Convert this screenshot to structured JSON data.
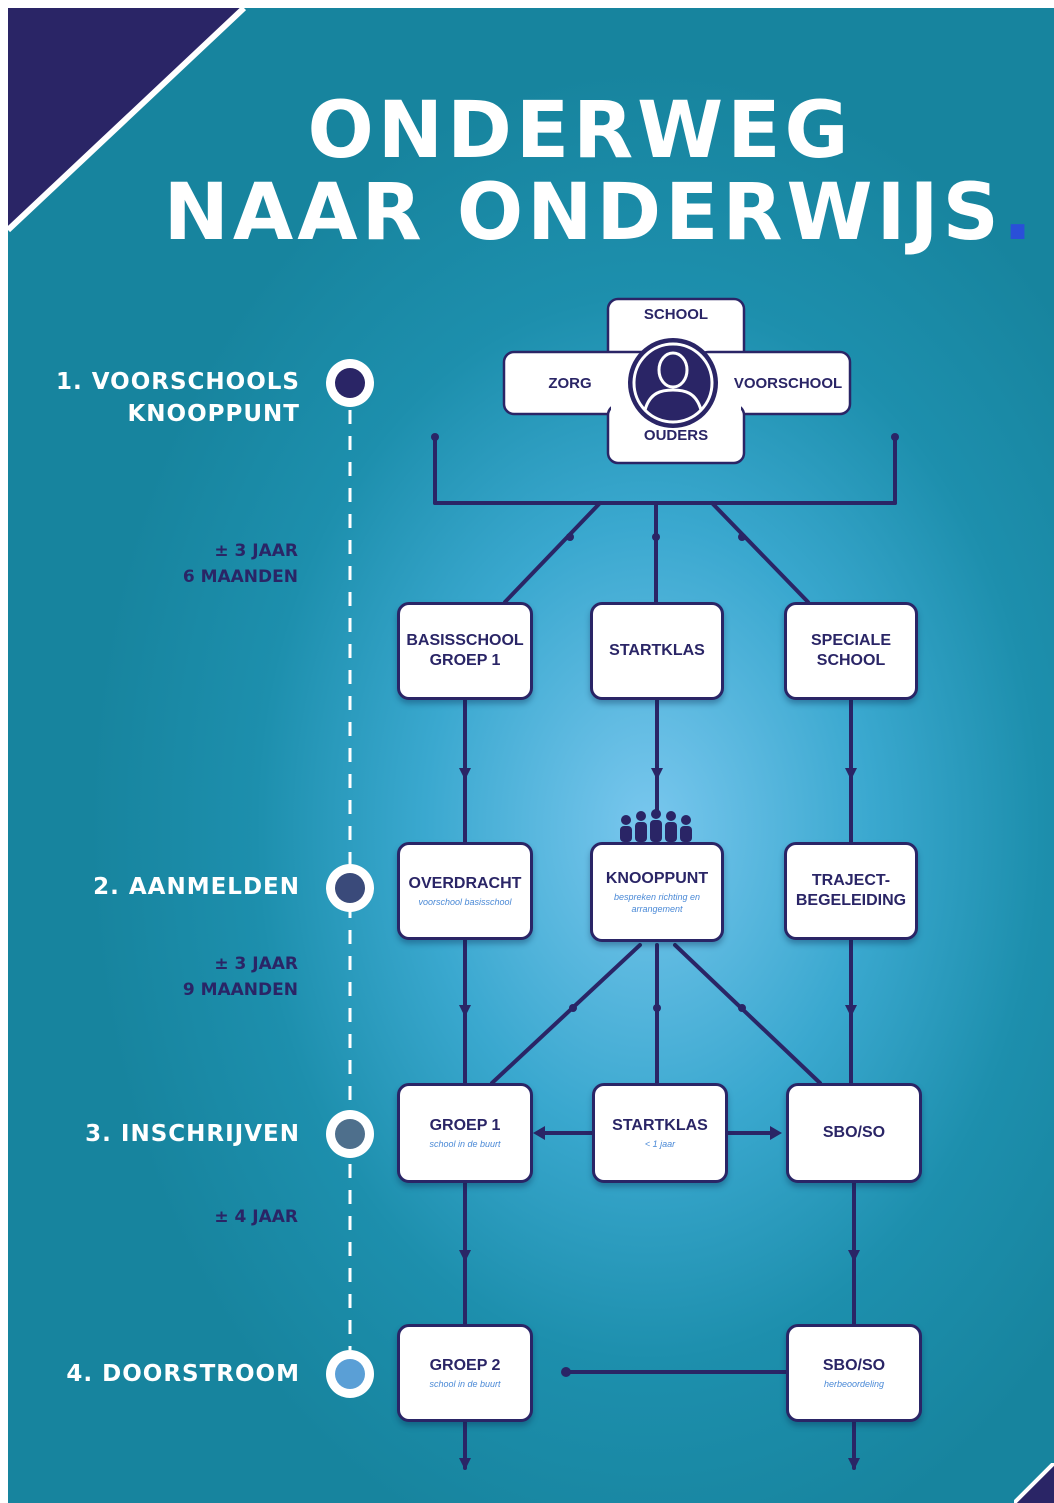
{
  "title": {
    "line1": "ONDERWEG",
    "line2": "NAAR ONDERWIJS",
    "dot": "."
  },
  "colors": {
    "background": "#1d8fad",
    "navy": "#2a2566",
    "accent_blue": "#2a4fd8",
    "label_blue": "#4a89d6",
    "dot_1": "#2a2566",
    "dot_2": "#3a4a7a",
    "dot_3": "#4e6f8c",
    "dot_4": "#5a9fd6"
  },
  "stakeholders": {
    "top": "SCHOOL",
    "left": "ZORG",
    "right": "VOORSCHOOL",
    "bottom": "OUDERS",
    "center_icon": "person-icon"
  },
  "timeline": {
    "stages": [
      {
        "line1": "1. VOORSCHOOLS",
        "line2": "KNOOPPUNT"
      },
      {
        "line1": "2. AANMELDEN",
        "line2": ""
      },
      {
        "line1": "3. INSCHRIJVEN",
        "line2": ""
      },
      {
        "line1": "4. DOORSTROOM",
        "line2": ""
      }
    ],
    "durations": [
      {
        "line1": "± 3 JAAR",
        "line2": "6 MAANDEN"
      },
      {
        "line1": "± 3 JAAR",
        "line2": "9 MAANDEN"
      },
      {
        "line1": "± 4 JAAR",
        "line2": ""
      }
    ]
  },
  "boxes": {
    "basisschool": {
      "line1": "BASISSCHOOL",
      "line2": "GROEP 1"
    },
    "startklas": {
      "label": "STARTKLAS"
    },
    "speciale": {
      "line1": "SPECIALE",
      "line2": "SCHOOL"
    },
    "overdracht": {
      "label": "OVERDRACHT",
      "sub": "voorschool basisschool"
    },
    "knooppunt": {
      "label": "KNOOPPUNT",
      "sub": "bespreken richting en arrangement",
      "icon": "group-of-people-icon"
    },
    "traject": {
      "line1": "TRAJECT-",
      "line2": "BEGELEIDING"
    },
    "groep1": {
      "label": "GROEP 1",
      "sub": "school in de buurt"
    },
    "startklas2": {
      "label": "STARTKLAS",
      "sub": "< 1 jaar"
    },
    "sbo_so": {
      "label": "SBO/SO"
    },
    "groep2": {
      "label": "GROEP 2",
      "sub": "school in de buurt"
    },
    "sbo_so_2": {
      "label": "SBO/SO",
      "sub": "herbeoordeling"
    }
  }
}
